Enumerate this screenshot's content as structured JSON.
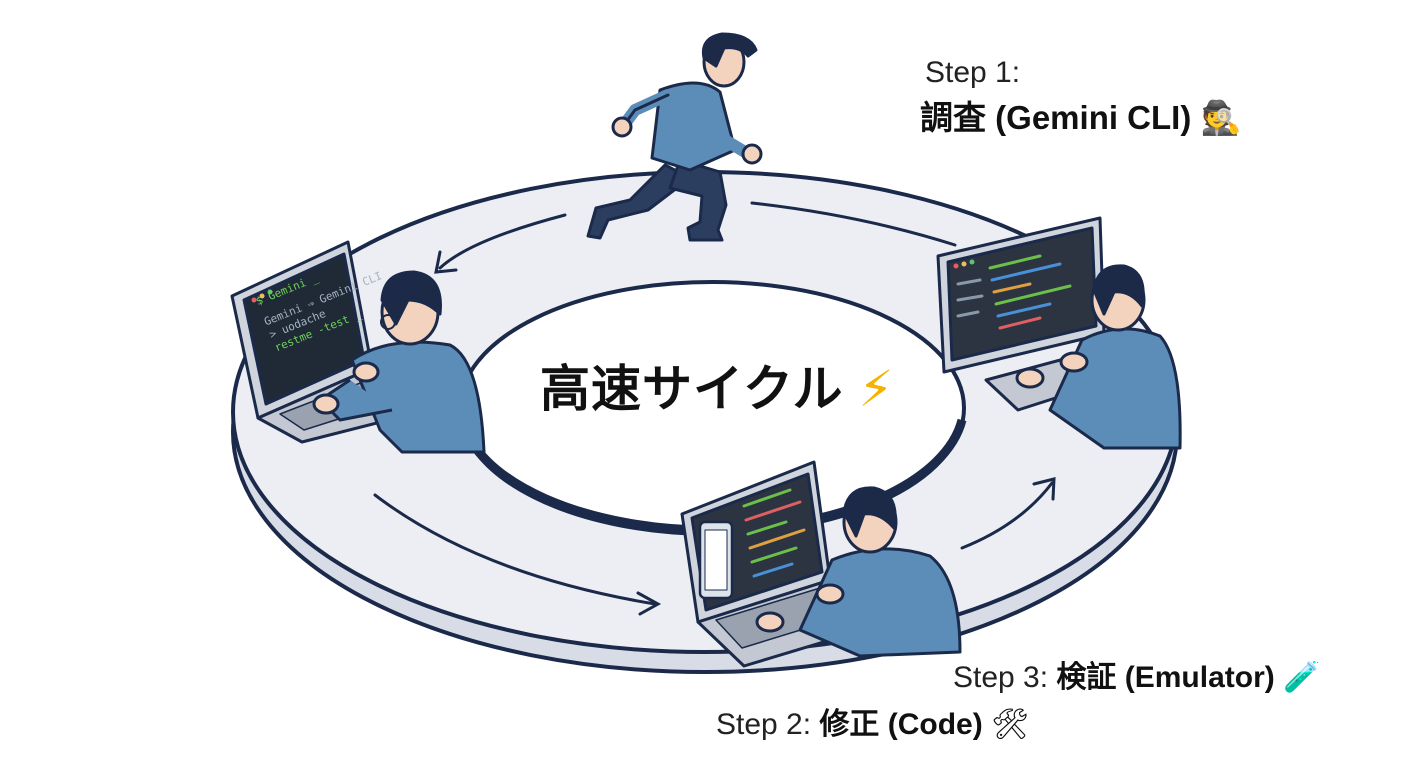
{
  "steps": {
    "step1": {
      "prefix": "Step 1:",
      "title": "調査 (Gemini CLI)",
      "icon": "detective-icon",
      "emoji": "🕵"
    },
    "step2": {
      "prefix": "Step 2:",
      "title": "修正 (Code)",
      "icon": "tools-icon",
      "emoji": "🛠"
    },
    "step3": {
      "prefix": "Step 3:",
      "title": "検証 (Emulator)",
      "icon": "test-tube-icon",
      "emoji": "🧪"
    }
  },
  "center": {
    "title": "高速サイクル",
    "icon": "lightning-icon",
    "emoji": "⚡"
  },
  "terminal": {
    "line1": "$ Gemini _",
    "line2": "Gemini ⇒ Gemini CLI",
    "line3": "> uodache",
    "line4": "restme -test _"
  },
  "colors": {
    "ring_fill": "#eceef4",
    "outline": "#1b2a4a",
    "shirt": "#5b8db8",
    "pants": "#2c3e60",
    "hair": "#1c2a48",
    "skin": "#f3d3bd",
    "screen": "#1f2a36"
  }
}
